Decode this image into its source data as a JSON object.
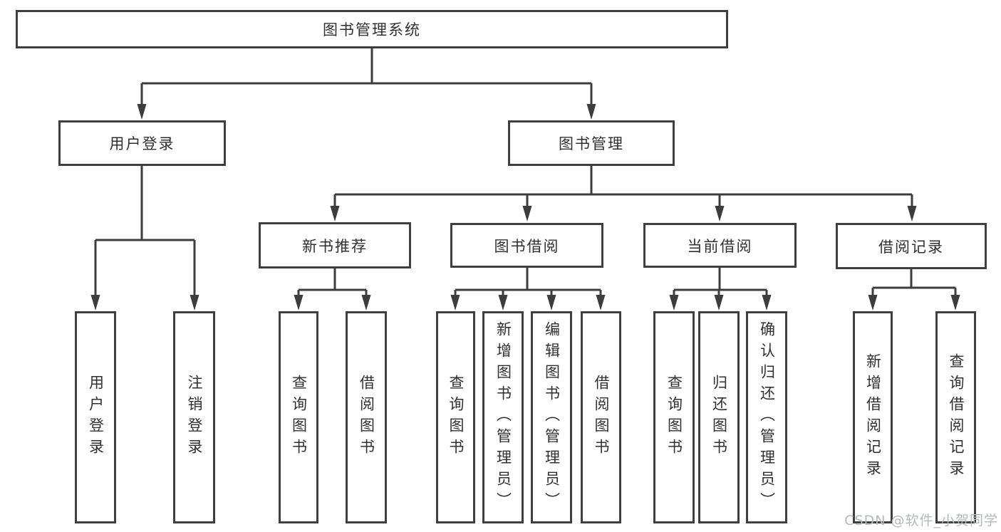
{
  "diagram": {
    "title_node": "图书管理系统",
    "level2": {
      "user_login": "用户登录",
      "book_mgmt": "图书管理"
    },
    "level3": {
      "new_book": "新书推荐",
      "book_borrow": "图书借阅",
      "current_borrow": "当前借阅",
      "borrow_record": "借阅记录"
    },
    "leaves": {
      "ul_user_login": "用户登录",
      "ul_logout": "注销登录",
      "nb_query_books": "查询图书",
      "nb_borrow_books": "借阅图书",
      "bb_query_books": "查询图书",
      "bb_add_books": "新增图书（管理员）",
      "bb_edit_books": "编辑图书（管理员）",
      "bb_borrow_books": "借阅图书",
      "cb_query_books": "查询图书",
      "cb_return_books": "归还图书",
      "cb_confirm_return": "确认归还（管理员）",
      "br_add_record": "新增借阅记录",
      "br_query_record": "查询借阅记录"
    }
  },
  "watermark": "CSDN @软件_小贺同学",
  "colors": {
    "line": "#3d3d3d",
    "box_border": "#3f3f3f",
    "text": "#303030",
    "watermark": "#b3b7be",
    "background": "#ffffff"
  }
}
